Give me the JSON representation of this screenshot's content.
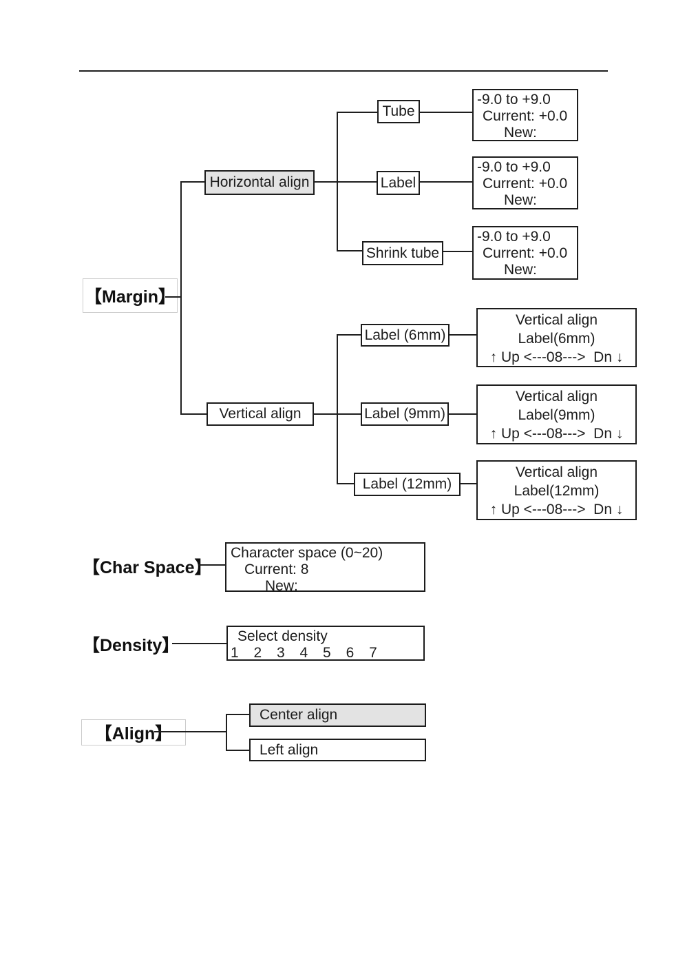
{
  "margin_section": {
    "root_label": "【Margin】",
    "horizontal": {
      "label": "Horizontal align",
      "children": [
        {
          "label": "Tube"
        },
        {
          "label": "Label"
        },
        {
          "label": "Shrink tube"
        }
      ],
      "screen": {
        "line1": "-9.0 to +9.0",
        "line2": "Current: +0.0",
        "line3": "New:"
      }
    },
    "vertical": {
      "label": "Vertical align",
      "children": [
        {
          "label": "Label (6mm)"
        },
        {
          "label": "Label (9mm)"
        },
        {
          "label": "Label (12mm)"
        }
      ],
      "screens": [
        {
          "line1": "Vertical align",
          "line2": "Label(6mm)",
          "line3": "↑ Up <---08--->  Dn ↓"
        },
        {
          "line1": "Vertical align",
          "line2": "Label(9mm)",
          "line3": "↑ Up <---08--->  Dn ↓"
        },
        {
          "line1": "Vertical align",
          "line2": "Label(12mm)",
          "line3": "↑ Up <---08--->  Dn ↓"
        }
      ]
    }
  },
  "char_space_section": {
    "root_label": "【Char Space】",
    "screen": {
      "line1": "Character space (0~20)",
      "line2": "Current: 8",
      "line3": "New:"
    }
  },
  "density_section": {
    "root_label": "【Density】",
    "screen": {
      "line1": "Select density",
      "line2": "1 2 3 4 5 6 7"
    }
  },
  "align_section": {
    "root_label": "【Align】",
    "options": [
      {
        "label": "Center align",
        "selected": true
      },
      {
        "label": "Left align",
        "selected": false
      }
    ]
  },
  "colors": {
    "box_border": "#1c1c1c",
    "highlight_fill": "#e3e3e3",
    "faint_border": "#cccccc",
    "background": "#ffffff"
  }
}
